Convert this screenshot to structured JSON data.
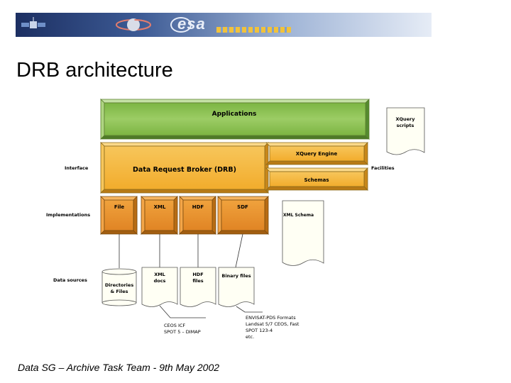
{
  "header": {
    "logo_text": "esa"
  },
  "page_title": "DRB architecture",
  "diagram": {
    "applications": "Applications",
    "xquery_scripts_line1": "XQuery",
    "xquery_scripts_line2": "scripts",
    "xquery_engine": "XQuery Engine",
    "drb": "Data Request Broker (DRB)",
    "schemas": "Schemas",
    "facilities": "Facilities",
    "row_interface": "Interface",
    "row_implementations": "Implementations",
    "row_data_sources": "Data sources",
    "impl_file": "File",
    "impl_xml": "XML",
    "impl_hdf": "HDF",
    "impl_sdf": "SDF",
    "xml_schema": "XML Schema",
    "src_dirs_line1": "Directories",
    "src_dirs_line2": "& Files",
    "src_xml_line1": "XML",
    "src_xml_line2": "docs",
    "src_hdf_line1": "HDF",
    "src_hdf_line2": "files",
    "src_binary": "Binary files",
    "note_left_line1": "CEOS ICF",
    "note_left_line2": "SPOT 5 – DIMAP",
    "note_right_line1": "ENVISAT-PDS Formats",
    "note_right_line2": "Landsat 5/7 CEOS, Fast",
    "note_right_line3": "SPOT 123-4",
    "note_right_line4": "etc."
  },
  "colors": {
    "applications": "#8bc34a",
    "drb": "#f4b942",
    "implementation": "#e8912c",
    "note": "#fffff4"
  },
  "footer": "Data SG – Archive Task Team - 9th May 2002"
}
